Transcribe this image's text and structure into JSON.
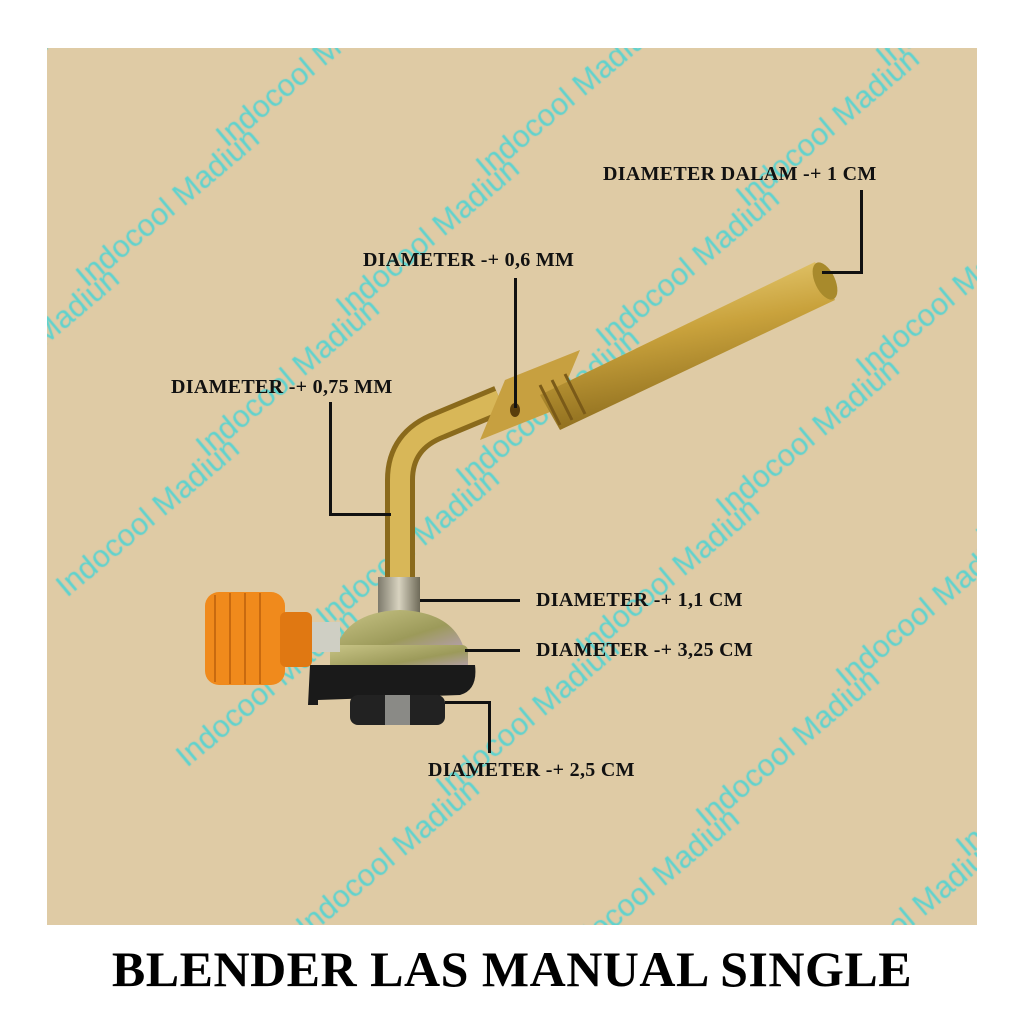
{
  "watermark": "Indocool Madiun",
  "labels": {
    "inner_diameter": "DIAMETER DALAM -+ 1 CM",
    "nozzle_hole": "DIAMETER -+ 0,6 MM",
    "bend_tube": "DIAMETER -+ 0,75 MM",
    "neck": "DIAMETER -+ 1,1 CM",
    "ring": "DIAMETER -+ 3,25 CM",
    "base": "DIAMETER -+ 2,5 CM"
  },
  "title": "BLENDER LAS MANUAL SINGLE",
  "colors": {
    "background": "#dfcba5",
    "watermark": "#3cd4da",
    "brass": "#c9a640",
    "knob": "#f08a1c"
  }
}
